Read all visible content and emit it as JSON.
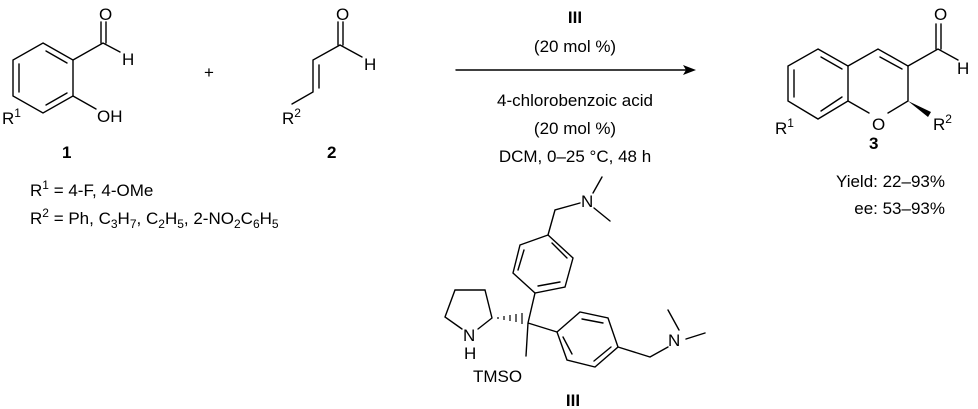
{
  "compound1": {
    "label": "1",
    "atoms": {
      "O": "O",
      "H": "H",
      "OH": "OH",
      "R": "R",
      "R_sup": "1"
    }
  },
  "plus": "+",
  "compound2": {
    "label": "2",
    "atoms": {
      "O": "O",
      "H": "H",
      "R": "R",
      "R_sup": "2"
    }
  },
  "substituents": {
    "r1": {
      "R": "R",
      "sup": "1",
      "text": " = 4-F, 4-OMe"
    },
    "r2": {
      "R": "R",
      "sup": "2",
      "parts": [
        " = Ph, C",
        "3",
        "H",
        "7",
        ", C",
        "2",
        "H",
        "5",
        ", 2-NO",
        "2",
        "C",
        "6",
        "H",
        "5"
      ]
    }
  },
  "conditions": {
    "catalyst": "III",
    "catalyst_loading": "(20 mol %)",
    "additive": "4-chlorobenzoic acid",
    "additive_loading": "(20 mol %)",
    "solvent_temp_time": "DCM, 0–25 °C, 48 h"
  },
  "product": {
    "label": "3",
    "atoms": {
      "O_ald": "O",
      "H": "H",
      "O_ring": "O",
      "R1": "R",
      "R1_sup": "1",
      "R2": "R",
      "R2_sup": "2"
    },
    "yield": "Yield: 22–93%",
    "ee": "ee: 53–93%"
  },
  "catalyst": {
    "label": "III",
    "atoms": {
      "N_top": "N",
      "N_right": "N",
      "NH_N": "N",
      "NH_H": "H",
      "TMSO": "TMSO"
    }
  }
}
